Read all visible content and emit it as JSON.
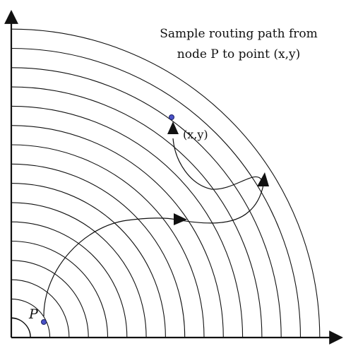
{
  "caption": {
    "line1": "Sample routing path from",
    "line2": "node P to point  (x,y)"
  },
  "labels": {
    "origin_node": "P",
    "target_point": "(x,y)"
  },
  "diagram": {
    "ring_count": 16,
    "colors": {
      "lines": "#111111",
      "node_fill": "#4a52c8",
      "node_stroke": "#1c2266"
    }
  }
}
